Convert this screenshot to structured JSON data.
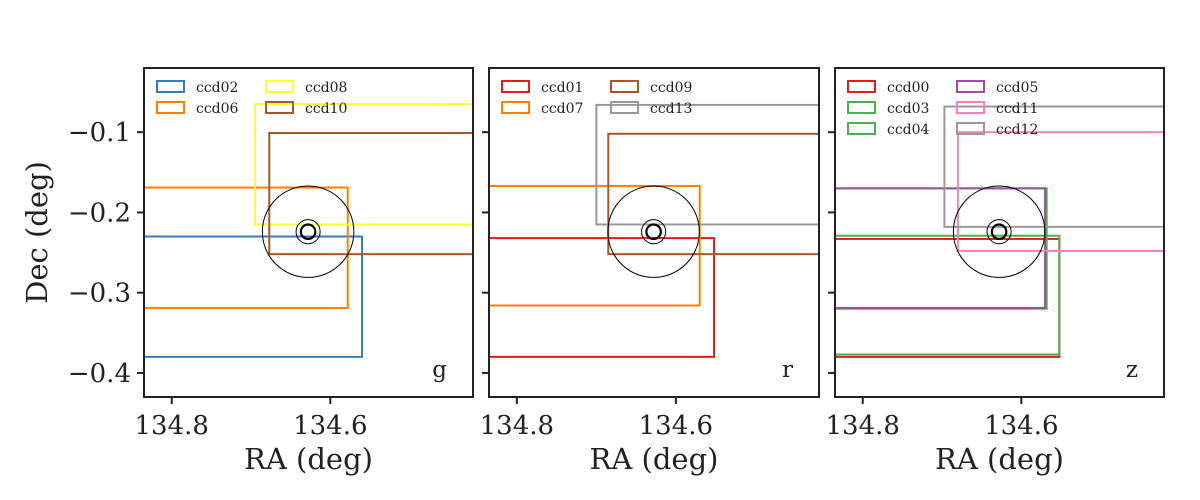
{
  "chart_data": [
    {
      "type": "rectangles",
      "band": "g",
      "xlabel": "RA (deg)",
      "ylabel": "Dec (deg)",
      "xlim": [
        134.835,
        134.42
      ],
      "ylim": [
        -0.43,
        -0.02
      ],
      "xticks": [
        134.8,
        134.6
      ],
      "xtick_labels": [
        "134.8",
        "134.6"
      ],
      "yticks": [
        -0.1,
        -0.2,
        -0.3,
        -0.4
      ],
      "ytick_labels": [
        "−0.1",
        "−0.2",
        "−0.3",
        "−0.4"
      ],
      "legend_position": "top-left",
      "legend_columns": 2,
      "target": {
        "ra": 134.628,
        "dec": -0.224,
        "radii": [
          0.057,
          0.015,
          0.009
        ]
      },
      "series": [
        {
          "name": "ccd02",
          "color": "#377eb8",
          "ra": [
            134.835,
            134.56
          ],
          "dec": [
            -0.23,
            -0.38
          ]
        },
        {
          "name": "ccd06",
          "color": "#ff7f00",
          "ra": [
            134.835,
            134.578
          ],
          "dec": [
            -0.169,
            -0.319
          ]
        },
        {
          "name": "ccd08",
          "color": "#ffff33",
          "ra": [
            134.695,
            134.42
          ],
          "dec": [
            -0.065,
            -0.215
          ]
        },
        {
          "name": "ccd10",
          "color": "#a65628",
          "ra": [
            134.677,
            134.42
          ],
          "dec": [
            -0.101,
            -0.252
          ]
        }
      ]
    },
    {
      "type": "rectangles",
      "band": "r",
      "xlabel": "RA (deg)",
      "ylabel": "",
      "xlim": [
        134.835,
        134.42
      ],
      "ylim": [
        -0.43,
        -0.02
      ],
      "xticks": [
        134.8,
        134.6
      ],
      "xtick_labels": [
        "134.8",
        "134.6"
      ],
      "legend_position": "top-left",
      "legend_columns": 2,
      "target": {
        "ra": 134.628,
        "dec": -0.224,
        "radii": [
          0.057,
          0.015,
          0.009
        ]
      },
      "series": [
        {
          "name": "ccd01",
          "color": "#e41a1c",
          "ra": [
            134.835,
            134.552
          ],
          "dec": [
            -0.232,
            -0.38
          ]
        },
        {
          "name": "ccd07",
          "color": "#ff7f00",
          "ra": [
            134.835,
            134.57
          ],
          "dec": [
            -0.167,
            -0.316
          ]
        },
        {
          "name": "ccd09",
          "color": "#a65628",
          "ra": [
            134.685,
            134.42
          ],
          "dec": [
            -0.102,
            -0.252
          ]
        },
        {
          "name": "ccd13",
          "color": "#999999",
          "ra": [
            134.7,
            134.42
          ],
          "dec": [
            -0.066,
            -0.215
          ]
        }
      ]
    },
    {
      "type": "rectangles",
      "band": "z",
      "xlabel": "RA (deg)",
      "ylabel": "",
      "xlim": [
        134.835,
        134.42
      ],
      "ylim": [
        -0.43,
        -0.02
      ],
      "xticks": [
        134.8,
        134.6
      ],
      "xtick_labels": [
        "134.8",
        "134.6"
      ],
      "legend_position": "top-left",
      "legend_columns": 2,
      "target": {
        "ra": 134.628,
        "dec": -0.224,
        "radii": [
          0.057,
          0.015,
          0.009
        ]
      },
      "series": [
        {
          "name": "ccd00",
          "color": "#e41a1c",
          "ra": [
            134.835,
            134.552
          ],
          "dec": [
            -0.233,
            -0.38
          ]
        },
        {
          "name": "ccd03",
          "color": "#4daf4a",
          "ra": [
            134.835,
            134.552
          ],
          "dec": [
            -0.229,
            -0.377
          ]
        },
        {
          "name": "ccd04",
          "color": "#4daf4a",
          "ra": [
            134.835,
            134.568
          ],
          "dec": [
            -0.17,
            -0.32
          ]
        },
        {
          "name": "ccd05",
          "color": "#984ea3",
          "ra": [
            134.835,
            134.57
          ],
          "dec": [
            -0.17,
            -0.319
          ]
        },
        {
          "name": "ccd11",
          "color": "#f781bf",
          "ra": [
            134.68,
            134.42
          ],
          "dec": [
            -0.1,
            -0.248
          ]
        },
        {
          "name": "ccd12",
          "color": "#999999",
          "ra": [
            134.697,
            134.42
          ],
          "dec": [
            -0.068,
            -0.218
          ]
        }
      ]
    }
  ]
}
